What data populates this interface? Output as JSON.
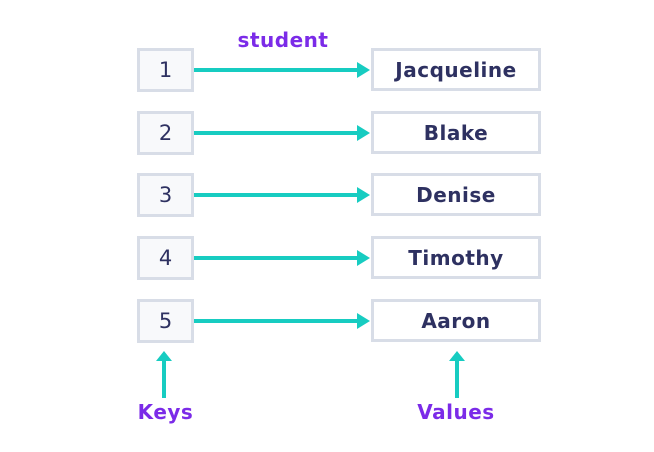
{
  "diagram": {
    "title": "student",
    "rows": [
      {
        "key": "1",
        "value": "Jacqueline"
      },
      {
        "key": "2",
        "value": "Blake"
      },
      {
        "key": "3",
        "value": "Denise"
      },
      {
        "key": "4",
        "value": "Timothy"
      },
      {
        "key": "5",
        "value": "Aaron"
      }
    ],
    "keys_label": "Keys",
    "values_label": "Values",
    "colors": {
      "arrow": "#17CCC1",
      "label": "#7B2BE8",
      "text": "#2E3161",
      "box_border": "#D8DDE7",
      "key_fill": "#F8F9FB",
      "value_fill": "#FFFFFF",
      "background": "#FFFFFF"
    }
  }
}
